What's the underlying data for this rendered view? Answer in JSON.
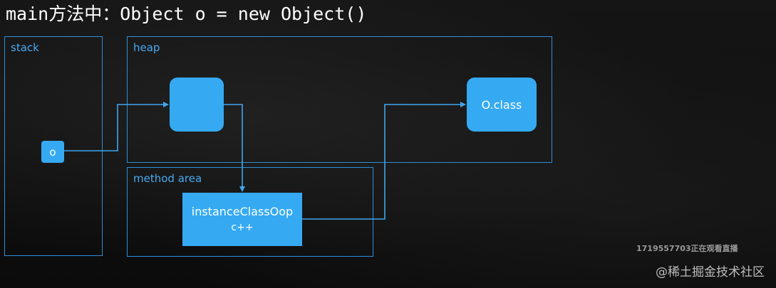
{
  "title": "main方法中：Object o = new Object()",
  "regions": {
    "stack": "stack",
    "heap": "heap",
    "method_area": "method area"
  },
  "nodes": {
    "o_ref": "o",
    "heap_object": "",
    "class_object": "O.class",
    "instance_class_oop": "instanceClassOop",
    "instance_class_oop_sub": "c++"
  },
  "watermarks": {
    "views": "1719557703正在观看直播",
    "site": "@稀土掘金技术社区"
  },
  "colors": {
    "border": "#2f8fd6",
    "node": "#35aaf2",
    "label": "#48a9f0",
    "arrow": "#3fa6ee"
  }
}
